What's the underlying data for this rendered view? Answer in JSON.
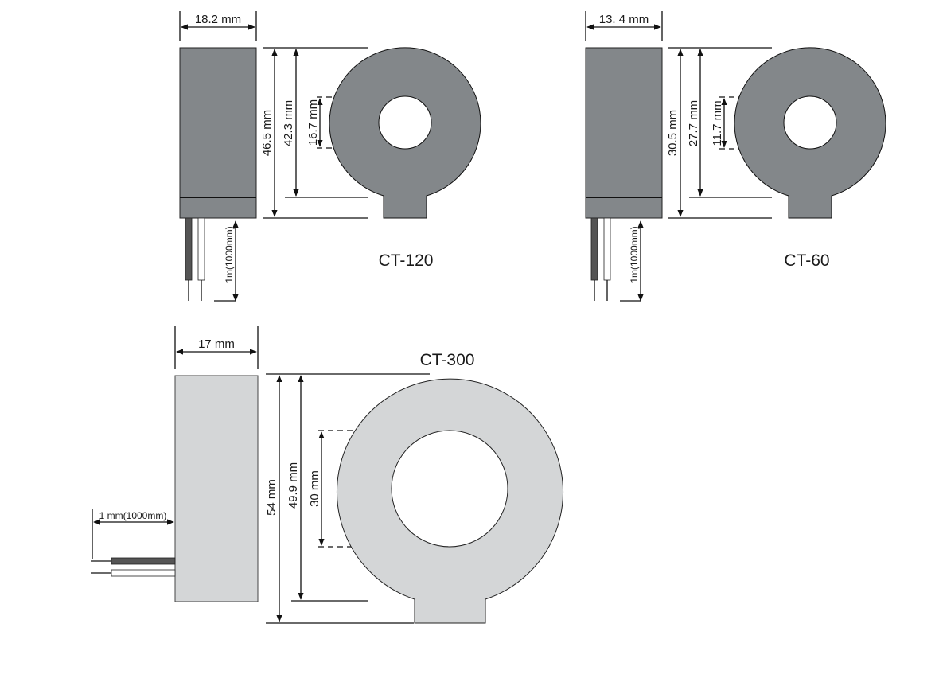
{
  "colors": {
    "dark_body": "#83878a",
    "light_body": "#d4d6d7",
    "wire_dark": "#555555",
    "wire_light": "#ffffff",
    "line": "#111111"
  },
  "ct120": {
    "title": "CT-120",
    "width": "18.2 mm",
    "height": "46.5 mm",
    "ring_outer": "42.3 mm",
    "ring_hole": "16.7 mm",
    "lead": "1m(1000mm)"
  },
  "ct60": {
    "title": "CT-60",
    "width": "13. 4 mm",
    "height": "30.5 mm",
    "ring_outer": "27.7 mm",
    "ring_hole": "11.7 mm",
    "lead": "1m(1000mm)"
  },
  "ct300": {
    "title": "CT-300",
    "width": "17 mm",
    "height": "54  mm",
    "ring_outer": "49.9 mm",
    "ring_hole": "30 mm",
    "lead": "1 mm(1000mm)"
  }
}
